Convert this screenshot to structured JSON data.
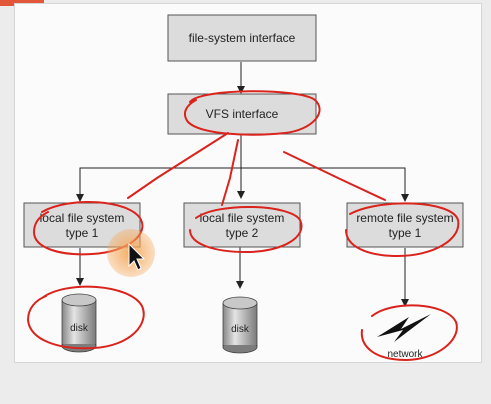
{
  "diagram": {
    "top_box": "file-system interface",
    "vfs_box": "VFS interface",
    "fs_boxes": [
      {
        "line1": "local file system",
        "line2": "type 1"
      },
      {
        "line1": "local file system",
        "line2": "type 2"
      },
      {
        "line1": "remote file system",
        "line2": "type 1"
      }
    ],
    "disk1_label": "disk",
    "disk2_label": "disk",
    "network_label": "network"
  },
  "colors": {
    "box_fill": "#dcdcdc",
    "annotation": "#d9231c",
    "cursor_highlight": "#f4a55a",
    "accent_tab": "#e2573a"
  },
  "icons": [
    "disk-icon",
    "network-bolt-icon",
    "mouse-cursor-icon"
  ]
}
